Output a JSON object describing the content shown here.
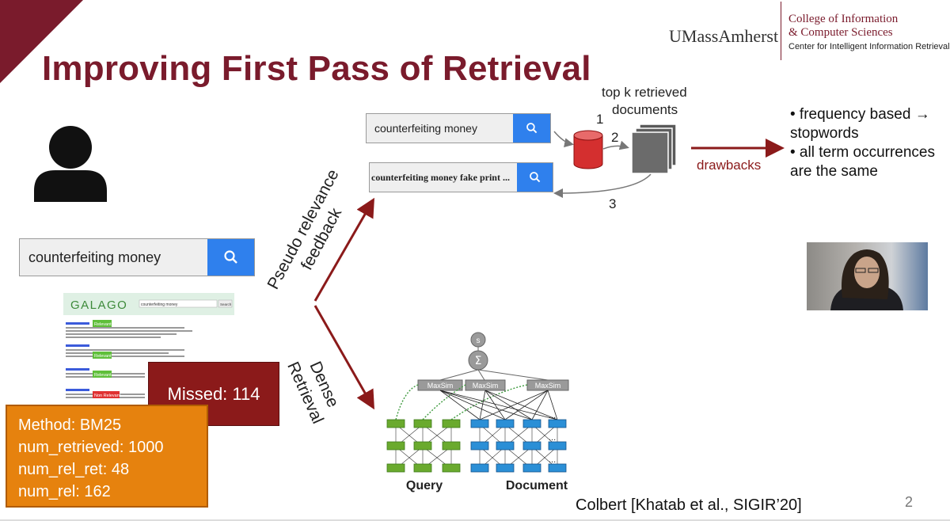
{
  "slide": {
    "title": "Improving First Pass of Retrieval",
    "page_number": "2",
    "citation": "Colbert [Khatab et al., SIGIR’20]"
  },
  "logo": {
    "university": "UMassAmherst",
    "college_line1": "College of Information",
    "college_line2": "& Computer Sciences",
    "center": "Center for Intelligent Information Retrieval"
  },
  "search_main": {
    "query": "counterfeiting money"
  },
  "search_top": {
    "query": "counterfeiting money"
  },
  "search_expanded": {
    "query": "counterfeiting money fake print ..."
  },
  "galago": {
    "logo_text": "GALAGO",
    "button": "Search",
    "query": "counterfeiting money",
    "tag_relevant": "Relevant",
    "tag_non_relevant": "Non Relevant"
  },
  "missed_box": {
    "text": "Missed: 114"
  },
  "stats": {
    "method": "Method: BM25",
    "num_retrieved": "num_retrieved: 1000",
    "num_rel_ret": "num_rel_ret: 48",
    "num_rel": "num_rel: 162"
  },
  "branches": {
    "prf_line1": "Pseudo relevance",
    "prf_line2": "feedback",
    "dense_line1": "Dense",
    "dense_line2": "Retrieval"
  },
  "feedback_loop": {
    "docs_label_line1": "top k retrieved",
    "docs_label_line2": "documents",
    "step1": "1",
    "step2": "2",
    "step3": "3",
    "drawbacks": "drawbacks",
    "bullets": [
      "• frequency based →",
      "stopwords",
      "• all term occurrences",
      "are the same"
    ]
  },
  "colbert": {
    "maxsim": "MaxSim",
    "sum_symbol": "Σ",
    "score_symbol": "s",
    "query_label": "Query",
    "document_label": "Document",
    "ellipsis": "..."
  },
  "colors": {
    "maroon": "#7a1b2c",
    "search_blue": "#2f80ed",
    "missed_red": "#8b1a1a",
    "stats_orange": "#e6820e",
    "query_green": "#6aaa2e",
    "doc_blue": "#2b8fd6"
  }
}
